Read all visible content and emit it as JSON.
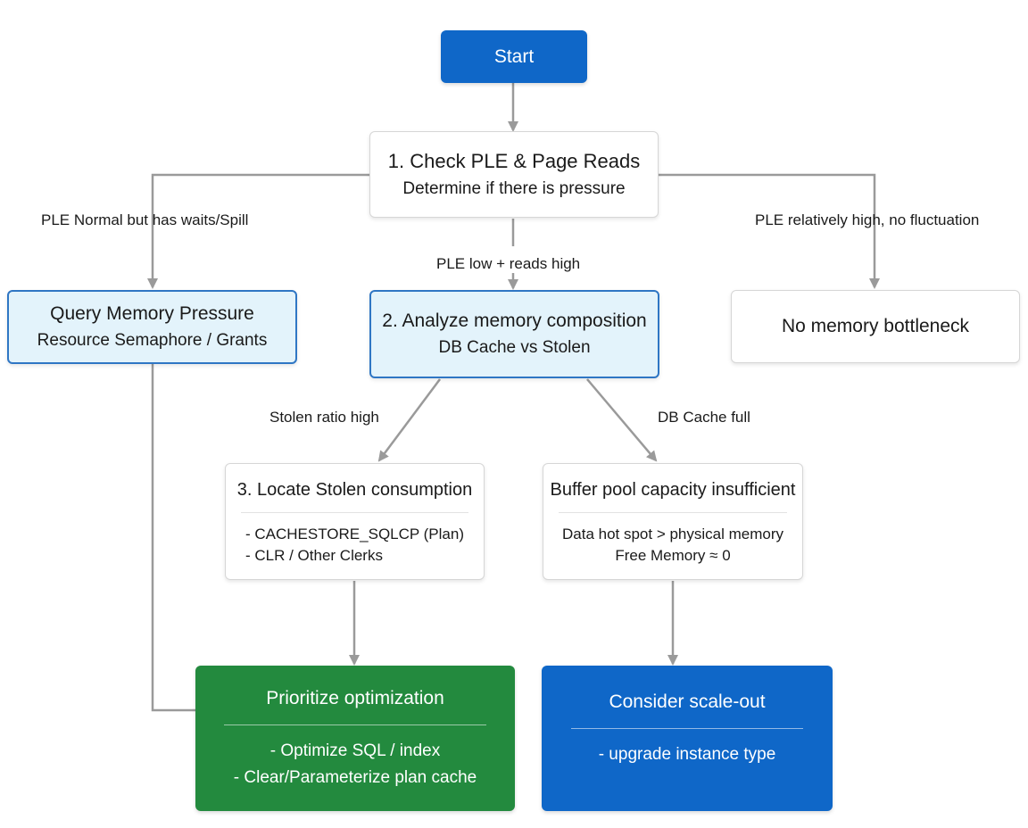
{
  "nodes": {
    "start": {
      "label": "Start"
    },
    "check": {
      "title": "1. Check PLE & Page Reads",
      "subtitle": "Determine if there is pressure"
    },
    "query_memory": {
      "title": "Query Memory Pressure",
      "subtitle": "Resource Semaphore / Grants"
    },
    "analyze": {
      "title": "2. Analyze memory composition",
      "subtitle": "DB Cache vs Stolen"
    },
    "no_bottleneck": {
      "title": "No memory bottleneck"
    },
    "locate_stolen": {
      "title": "3. Locate Stolen consumption",
      "items": [
        "- CACHESTORE_SQLCP (Plan)",
        "- CLR / Other Clerks"
      ]
    },
    "buffer_pool": {
      "title": "Buffer pool capacity insufficient",
      "items": [
        "Data hot spot > physical memory",
        "Free Memory ≈ 0"
      ]
    },
    "prioritize": {
      "title": "Prioritize optimization",
      "items": [
        "- Optimize SQL / index",
        "- Clear/Parameterize plan cache"
      ]
    },
    "scale_out": {
      "title": "Consider scale-out",
      "items": [
        "- upgrade instance type"
      ]
    }
  },
  "edge_labels": {
    "ple_normal": "PLE Normal but has waits/Spill",
    "ple_low": "PLE low + reads high",
    "ple_high": "PLE relatively high, no fluctuation",
    "stolen_high": "Stolen ratio high",
    "db_cache_full": "DB Cache full"
  },
  "colors": {
    "primary_blue": "#0f67c8",
    "light_blue_fill": "#e3f3fb",
    "light_blue_border": "#2f76c4",
    "green": "#238a3e",
    "connector_gray": "#9a9a9a"
  }
}
